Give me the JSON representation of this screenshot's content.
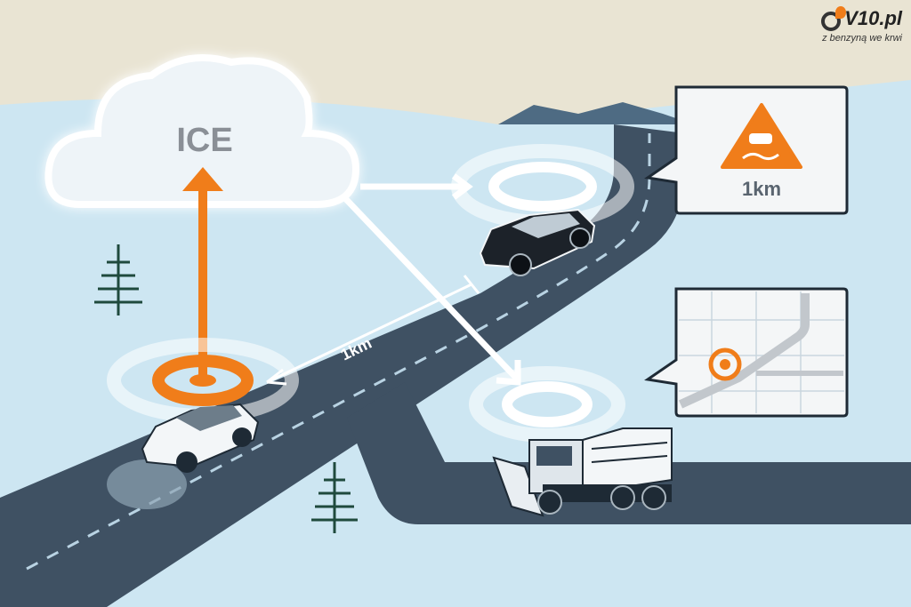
{
  "cloud": {
    "label": "ICE"
  },
  "distance_label": "1km",
  "warning_popup": {
    "icon": "slippery-road-warning-icon",
    "distance": "1km"
  },
  "map_popup": {
    "icon": "map-location-pin-icon"
  },
  "logo": {
    "text": "V10.pl",
    "tagline": "z benzyną we krwi",
    "icon": "flaming-tire-icon"
  },
  "colors": {
    "accent": "#f07d1a",
    "road": "#3f5163",
    "snow": "#cde6f2",
    "sky": "#e9e4d3",
    "tree": "#1f4a3d"
  }
}
